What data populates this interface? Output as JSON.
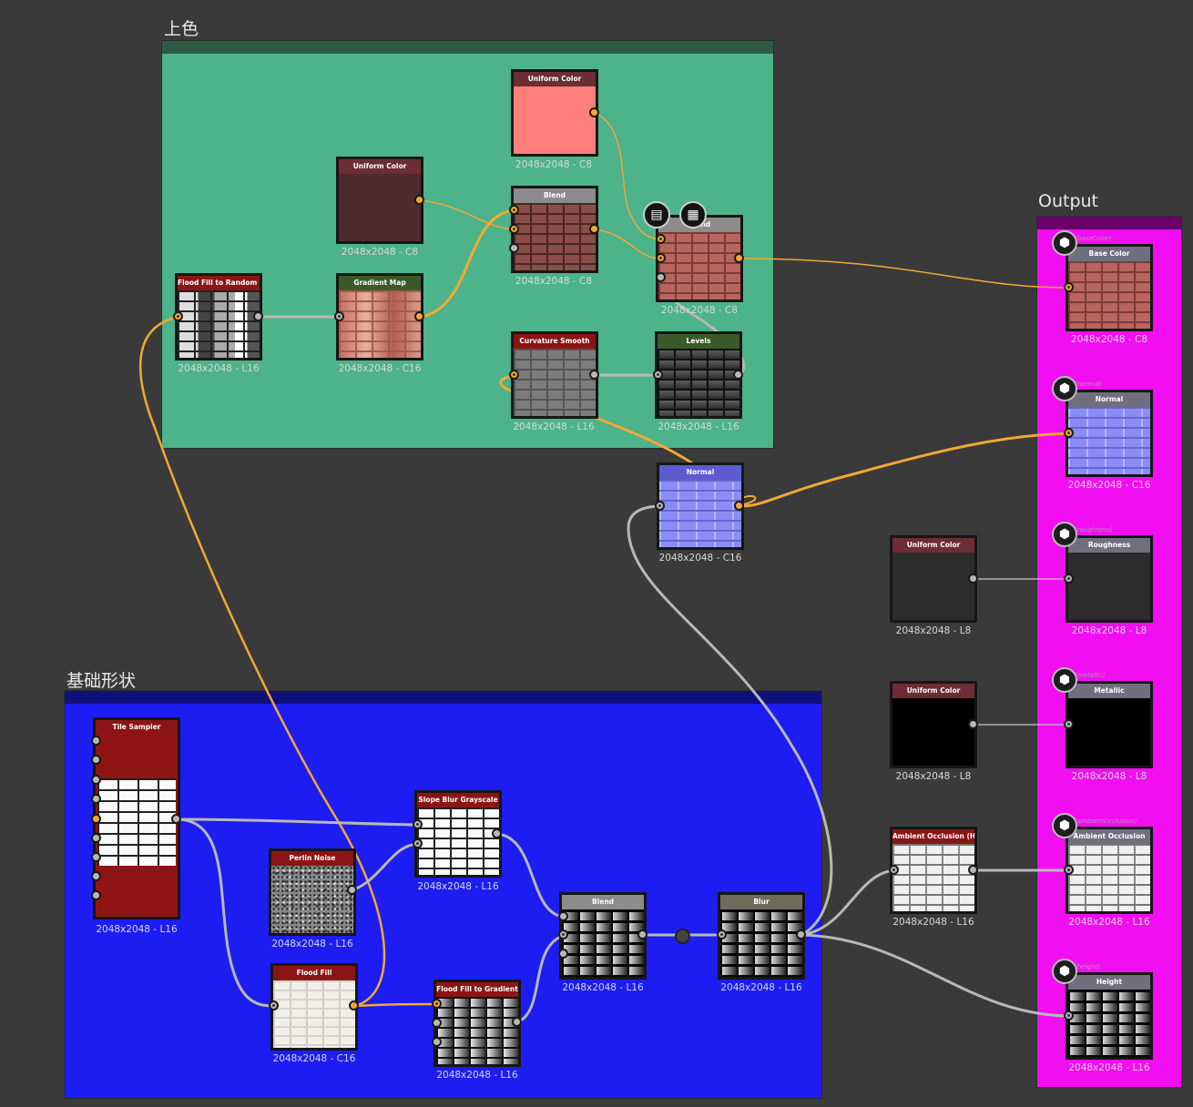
{
  "frames": {
    "coloring": {
      "title": "上色",
      "color": "#4cb38a",
      "bar_color": "#2b5a45"
    },
    "base_shape": {
      "title": "基础形状",
      "color": "#1d1df2",
      "bar_color": "#10107a"
    },
    "output": {
      "title": "Output",
      "color": "#f10ef0",
      "bar_color": "#6a006a"
    }
  },
  "colors": {
    "port_orange": "#f3a832",
    "port_grey": "#b8b8b8",
    "header_red": "#8b1515",
    "header_maroon": "#6c2e33",
    "header_grey": "#8c8c8c",
    "header_green": "#3a5a2a",
    "header_olive": "#6e6b5a",
    "header_blue": "#5c5cd0",
    "output_header": "#6f6f80"
  },
  "nodes": {
    "uniform_color_pink": {
      "title": "Uniform Color",
      "caption": "2048x2048 - C8",
      "fill": "#ff7f7a"
    },
    "uniform_color_dark": {
      "title": "Uniform Color",
      "caption": "2048x2048 - C8",
      "fill": "#4d2a2d"
    },
    "blend_color": {
      "title": "Blend",
      "caption": "2048x2048 - C8"
    },
    "blend_final": {
      "title": "Blend",
      "caption": "2048x2048 - C8"
    },
    "flood_fill_random": {
      "title": "Flood Fill to Random ...",
      "caption": "2048x2048 - L16"
    },
    "gradient_map": {
      "title": "Gradient Map",
      "caption": "2048x2048 - C16"
    },
    "curvature_smooth": {
      "title": "Curvature Smooth",
      "caption": "2048x2048 - L16"
    },
    "levels": {
      "title": "Levels",
      "caption": "2048x2048 - L16"
    },
    "normal": {
      "title": "Normal",
      "caption": "2048x2048 - C16"
    },
    "uniform_color_rough": {
      "title": "Uniform Color",
      "caption": "2048x2048 - L8",
      "fill": "#2c2c2c"
    },
    "uniform_color_metal": {
      "title": "Uniform Color",
      "caption": "2048x2048 - L8",
      "fill": "#000000"
    },
    "ambient_occlusion_hbao": {
      "title": "Ambient Occlusion (H...",
      "caption": "2048x2048 - L16"
    },
    "tile_sampler": {
      "title": "Tile Sampler",
      "caption": "2048x2048 - L16"
    },
    "slope_blur": {
      "title": "Slope Blur Grayscale",
      "caption": "2048x2048 - L16"
    },
    "perlin_noise": {
      "title": "Perlin Noise",
      "caption": "2048x2048 - L16"
    },
    "flood_fill": {
      "title": "Flood Fill",
      "caption": "2048x2048 - C16"
    },
    "flood_fill_gradient": {
      "title": "Flood Fill to Gradient",
      "caption": "2048x2048 - L16"
    },
    "blend_shape": {
      "title": "Blend",
      "caption": "2048x2048 - L16"
    },
    "blur": {
      "title": "Blur",
      "caption": "2048x2048 - L16"
    }
  },
  "outputs": [
    {
      "tag": "(baseColor)",
      "title": "Base Color",
      "caption": "2048x2048 - C8"
    },
    {
      "tag": "(normal)",
      "title": "Normal",
      "caption": "2048x2048 - C16"
    },
    {
      "tag": "(roughness)",
      "title": "Roughness",
      "caption": "2048x2048 - L8"
    },
    {
      "tag": "(metallic)",
      "title": "Metallic",
      "caption": "2048x2048 - L8"
    },
    {
      "tag": "(ambientOcclusion)",
      "title": "Ambient Occlusion",
      "caption": "2048x2048 - L16"
    },
    {
      "tag": "(height)",
      "title": "Height",
      "caption": "2048x2048 - L16"
    }
  ],
  "icons": {
    "output": "cube-icon",
    "tool_doc": "document-icon",
    "tool_checker": "checker-icon"
  }
}
